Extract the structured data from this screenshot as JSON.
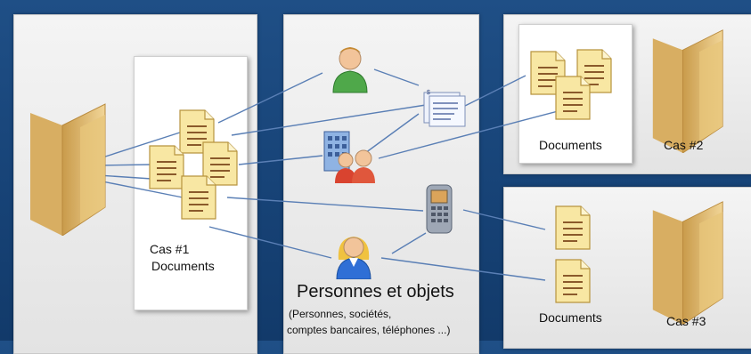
{
  "case1": {
    "label": "Cas #1",
    "sublabel": "Documents"
  },
  "case2": {
    "docs_label": "Documents",
    "label": "Cas #2"
  },
  "case3": {
    "docs_label": "Documents",
    "label": "Cas #3"
  },
  "center": {
    "title": "Personnes et objets",
    "subtitle_line1": "(Personnes, sociétés,",
    "subtitle_line2": "comptes bancaires, téléphones ...)"
  },
  "icons": [
    "folder-icon",
    "document-icon",
    "person-icon",
    "company-icon",
    "bank-account-icon",
    "phone-icon",
    "woman-icon"
  ],
  "colors": {
    "background": "#1f4f86",
    "panel": "#ececec",
    "link_line": "#5a7fb5",
    "folder": "#e9c97f",
    "document": "#f8e7a3"
  }
}
